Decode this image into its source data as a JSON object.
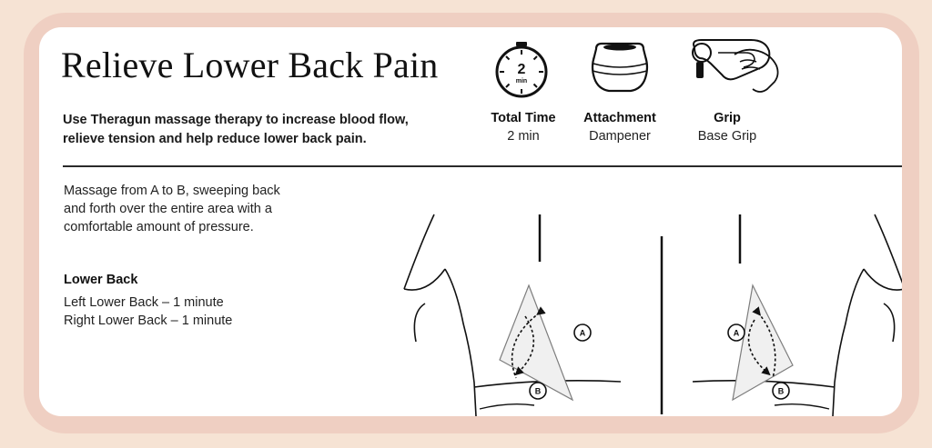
{
  "title": "Relieve Lower Back Pain",
  "intro": {
    "line1": "Use Theragun massage therapy to increase blood flow,",
    "line2": "relieve tension and help reduce lower back pain."
  },
  "stats": {
    "time": {
      "label": "Total Time",
      "value": "2 min",
      "icon_text": "2",
      "icon_unit": "min"
    },
    "attachment": {
      "label": "Attachment",
      "value": "Dampener"
    },
    "grip": {
      "label": "Grip",
      "value": "Base Grip"
    }
  },
  "instructions": {
    "line1": "Massage from A to B, sweeping back",
    "line2": "and forth over the entire area with a",
    "line3": "comfortable amount of pressure."
  },
  "area": {
    "title": "Lower Back",
    "items": [
      "Left Lower Back – 1 minute",
      "Right Lower Back – 1 minute"
    ]
  },
  "points": {
    "a": "A",
    "b": "B"
  },
  "icons": [
    "timer-icon",
    "dampener-attachment-icon",
    "base-grip-icon"
  ]
}
